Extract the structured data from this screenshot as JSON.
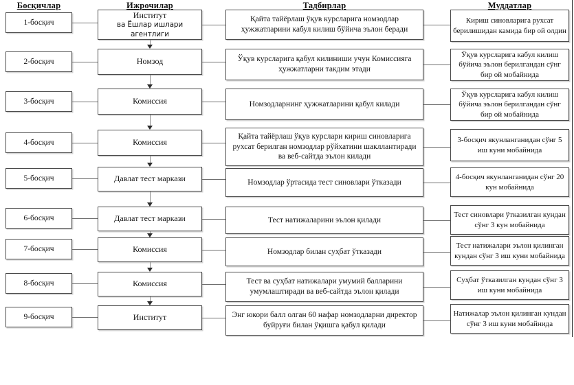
{
  "headers": {
    "stages": "Босқичлар",
    "actors": "Ижрочилар",
    "actions": "Тадбирлар",
    "terms": "Муддатлар"
  },
  "rows": [
    {
      "stage": "1-босқич",
      "actor": "Институт",
      "actor_sub": "ва Ёшлар ишлари агентлиги",
      "action": "Қайта тайёрлаш ўқув курсларига номзодлар ҳужжатларини кабул килиш бўйича эълон беради",
      "term": "Кириш синовларига рухсат берилишидан камида бир ой олдин"
    },
    {
      "stage": "2-босқич",
      "actor": "Номзод",
      "actor_sub": "",
      "action": "Ўқув курсларига қабул килиниши учун Комиссияга ҳужжатларни такдим этади",
      "term": "Ўқув курсларига кабул килиш бўйича эълон берилгандан сўнг бир ой мобайнида"
    },
    {
      "stage": "3-босқич",
      "actor": "Комиссия",
      "actor_sub": "",
      "action": "Номзодларнинг ҳужжатларини қабул килади",
      "term": "Ўқув курсларига кабул килиш бўйича эълон берилгандан сўнг бир ой мобайнида"
    },
    {
      "stage": "4-босқич",
      "actor": "Комиссия",
      "actor_sub": "",
      "action": "Қайта тайёрлаш ўқув курслари кириш синовларига рухсат берилган номзодлар рўйхатини шакллантиради ва веб-сайтда эълон килади",
      "term": "3-босқич якунланганидан сўнг 5 иш куни мобайнида"
    },
    {
      "stage": "5-босқич",
      "actor": "Давлат тест маркази",
      "actor_sub": "",
      "action": "Номзодлар ўртасида тест синовлари ўтказади",
      "term": "4-босқич якунланганидан сўнг 20 кун мобайнида"
    },
    {
      "stage": "6-босқич",
      "actor": "Давлат тест маркази",
      "actor_sub": "",
      "action": "Тест натижаларини эълон қилади",
      "term": "Тест синовлари ўтказилган кундан сўнг 3 кун мобайнида"
    },
    {
      "stage": "7-босқич",
      "actor": "Комиссия",
      "actor_sub": "",
      "action": "Номзодлар билан суҳбат ўтказади",
      "term": "Тест натижалари эълон қилинган кундан сўнг 3 иш куни мобайнида"
    },
    {
      "stage": "8-босқич",
      "actor": "Комиссия",
      "actor_sub": "",
      "action": "Тест ва суҳбат натижалари умумий балларини умумлаштиради ва веб-сайтда эълон қилади",
      "term": "Суҳбат ўтказилган кундан сўнг 3 иш куни мобайнида"
    },
    {
      "stage": "9-босқич",
      "actor": "Институт",
      "actor_sub": "",
      "action": "Энг юкори балл олган 60 нафар номзодларни директор буйруғи билан ўқишга қабул қилади",
      "term": "Натижалар эълон қилинган кундан сўнг 3 иш куни мобайнида"
    }
  ],
  "colors": {
    "box_border": "#4a4a4a",
    "connector": "#6e6e6e",
    "arrow": "#2b2b2b",
    "text": "#151515",
    "background": "#ffffff"
  }
}
